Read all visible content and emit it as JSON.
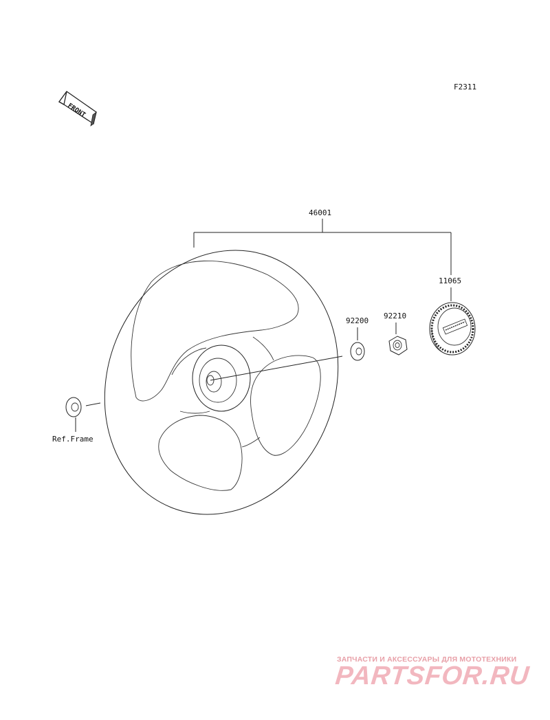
{
  "figure_code": "F2311",
  "front_arrow_label": "FRONT",
  "parts": {
    "steering_wheel": "46001",
    "emblem": "11065",
    "washer": "92200",
    "nut": "92210"
  },
  "ref_frame_label": "Ref.Frame",
  "watermark": {
    "tagline": "ЗАПЧАСТИ И АКСЕССУАРЫ ДЛЯ МОТОТЕХНИКИ",
    "brand": "PARTSFOR.RU",
    "color": "#f2b7bf"
  }
}
